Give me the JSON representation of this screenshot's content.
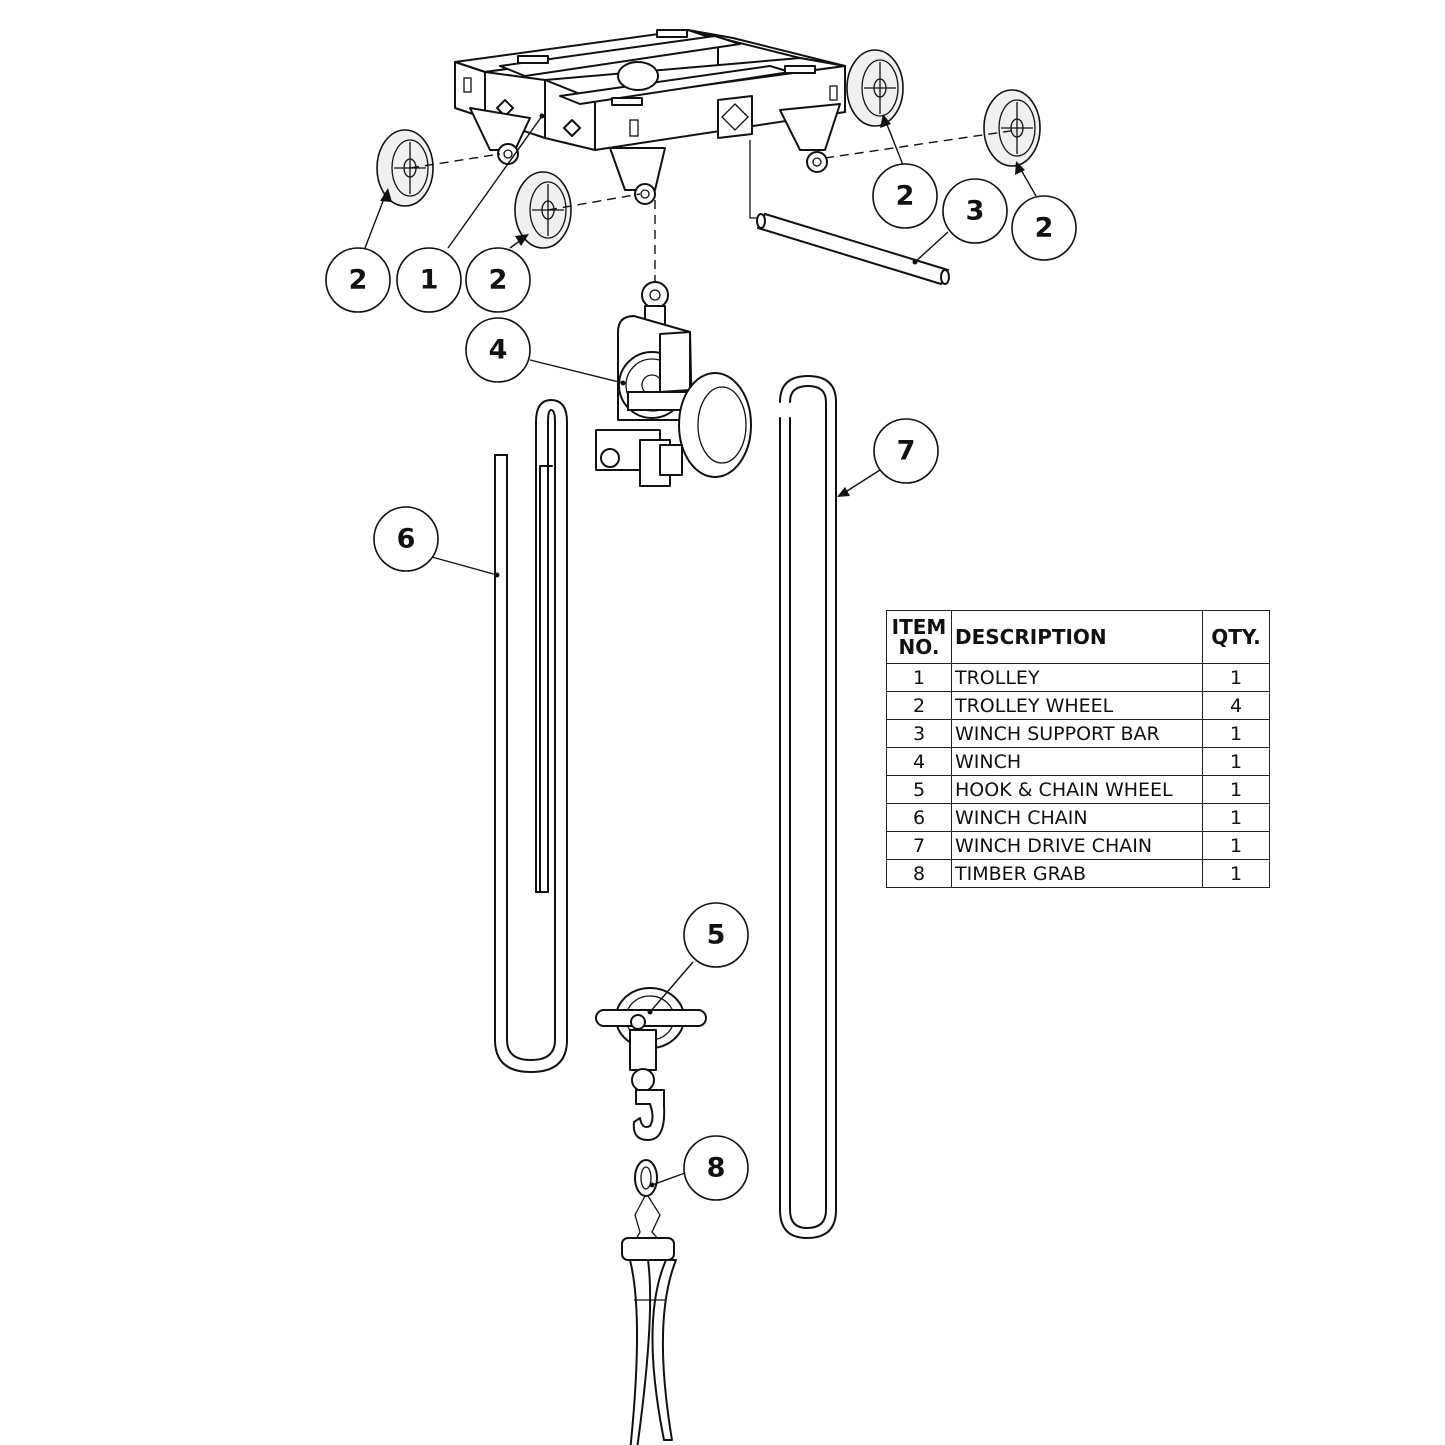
{
  "bom": {
    "headers": {
      "item_no": "ITEM NO.",
      "description": "DESCRIPTION",
      "qty": "QTY."
    },
    "rows": [
      {
        "item": "1",
        "description": "TROLLEY",
        "qty": "1"
      },
      {
        "item": "2",
        "description": "TROLLEY WHEEL",
        "qty": "4"
      },
      {
        "item": "3",
        "description": "WINCH SUPPORT BAR",
        "qty": "1"
      },
      {
        "item": "4",
        "description": "WINCH",
        "qty": "1"
      },
      {
        "item": "5",
        "description": "HOOK & CHAIN WHEEL",
        "qty": "1"
      },
      {
        "item": "6",
        "description": "WINCH CHAIN",
        "qty": "1"
      },
      {
        "item": "7",
        "description": "WINCH DRIVE CHAIN",
        "qty": "1"
      },
      {
        "item": "8",
        "description": "TIMBER GRAB",
        "qty": "1"
      }
    ]
  },
  "balloons": {
    "b2_left": "2",
    "b1": "1",
    "b2_mid": "2",
    "b2_right_a": "2",
    "b3": "3",
    "b2_right_b": "2",
    "b4": "4",
    "b6": "6",
    "b7": "7",
    "b5": "5",
    "b8": "8"
  }
}
